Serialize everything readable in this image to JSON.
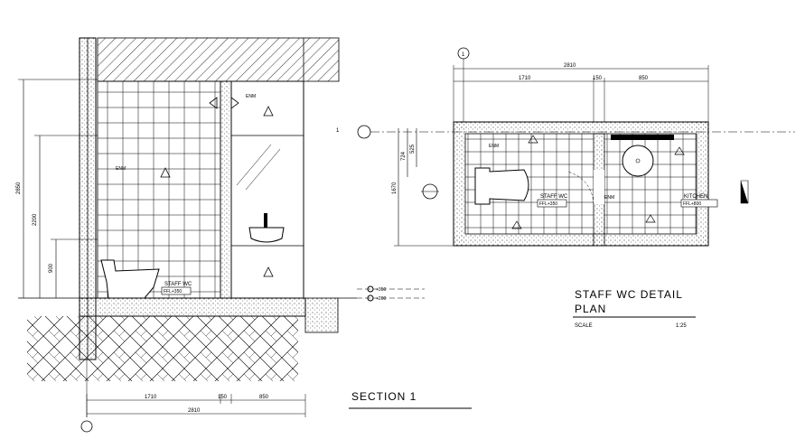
{
  "section": {
    "title": "SECTION 1",
    "room_label": "STAFF WC",
    "ffl_label": "FFL+350",
    "tag": "ENM",
    "grid_ref": "1",
    "dim_total": "2810",
    "dim_a": "1710",
    "dim_b": "150",
    "dim_c": "850",
    "dim_overall_height": "2850",
    "dim_h2": "2200",
    "dim_h3": "900",
    "level_1": "+350",
    "level_2": "+200"
  },
  "plan": {
    "title_line1": "STAFF WC DETAIL",
    "title_line2": "PLAN",
    "scale_label": "SCALE",
    "scale_value": "1:25",
    "room_label": "STAFF WC",
    "ffl_label": "FFL+350",
    "kitchen_label": "KITCHEN",
    "kitchen_ffl": "FFL+800",
    "tag": "ENM",
    "grid_ref": "1",
    "dim_total": "2810",
    "dim_a": "1710",
    "dim_b": "150",
    "dim_c": "850",
    "dim_v_total": "1670",
    "dim_v_a": "724",
    "dim_v_b": "525"
  },
  "colors": {
    "line": "#000000",
    "background": "#ffffff"
  }
}
